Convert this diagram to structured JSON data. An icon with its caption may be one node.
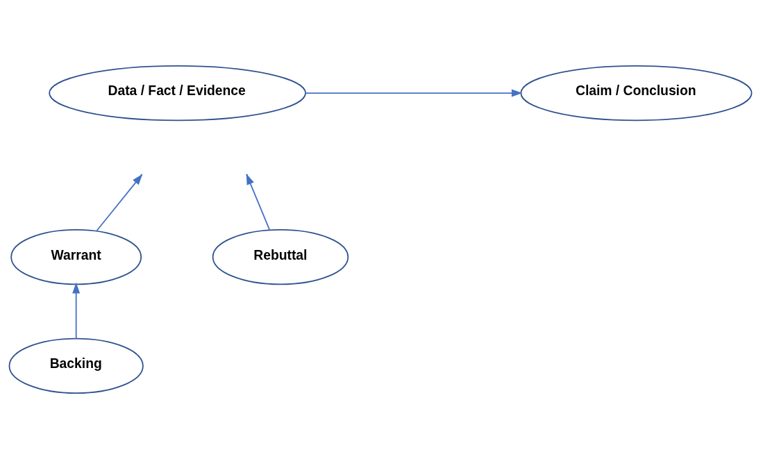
{
  "diagram": {
    "nodes": [
      {
        "text": [
          "Data / Fact / Evidence"
        ]
      },
      {
        "text": [
          "Claim / Conclusion"
        ]
      },
      {
        "text": [
          "Warrant"
        ]
      },
      {
        "text": [
          "Rebuttal"
        ]
      },
      {
        "text": [
          "Backing"
        ]
      }
    ],
    "edges": [
      {
        "from": 0,
        "to": 1,
        "arrow": "to"
      },
      {
        "from": 2,
        "to": null,
        "arrow": "to"
      },
      {
        "from": 3,
        "to": null,
        "arrow": "to"
      },
      {
        "from": 4,
        "to": 2,
        "arrow": "to"
      }
    ]
  }
}
